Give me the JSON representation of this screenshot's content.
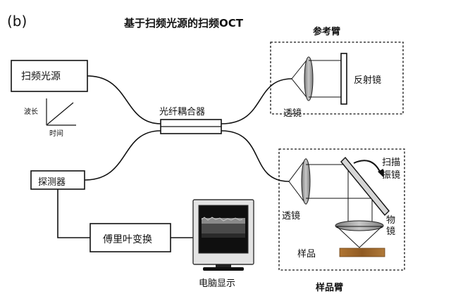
{
  "panel_label": "(b)",
  "title": "基于扫频光源的扫频OCT",
  "reference_arm": {
    "title": "参考臂",
    "lens_label": "透镜",
    "mirror_label": "反射镜"
  },
  "sample_arm": {
    "title": "样品臂",
    "lens_label": "透镜",
    "scan_mirror_label_line1": "扫描",
    "scan_mirror_label_line2": "振镜",
    "objective_label_line1": "物",
    "objective_label_line2": "镜",
    "sample_label": "样品"
  },
  "swept_source": {
    "label": "扫频光源",
    "graph_ylabel": "波长",
    "graph_xlabel": "时间"
  },
  "coupler_label": "光纤耦合器",
  "detector_label": "探测器",
  "fourier_label": "傅里叶变换",
  "computer_label": "电脑显示",
  "colors": {
    "line": "#111111",
    "lens_fill": "#9a9a9a",
    "sample_fill": "#a66a2c",
    "screen_bg": "#1a1a1a",
    "monitor_frame": "#d9d9d9"
  }
}
